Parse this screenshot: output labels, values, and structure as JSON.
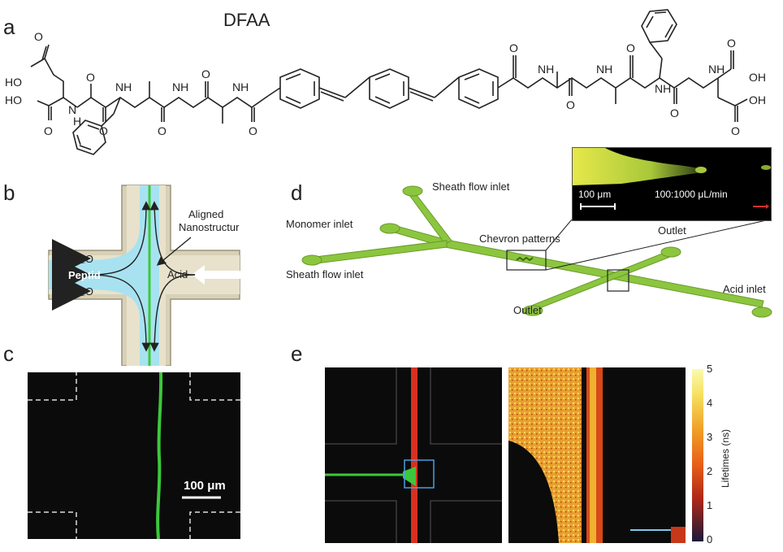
{
  "panels": {
    "a": "a",
    "b": "b",
    "c": "c",
    "d": "d",
    "e": "e"
  },
  "molecule": {
    "name": "DFAA",
    "atoms": {
      "ho1": "HO",
      "ho2": "HO",
      "oh1": "OH",
      "oh2": "OH",
      "o": "O",
      "nh": "NH",
      "n": "N",
      "h": "H"
    }
  },
  "panel_b": {
    "ddh2o_top": "ddH₂O",
    "peptid": "Peptid",
    "ddh2o_bottom": "ddH₂O",
    "acid": "Acid",
    "aligned_1": "Aligned",
    "aligned_2": "Nanostructur"
  },
  "panel_c": {
    "scale_bar": "100 μm"
  },
  "panel_d": {
    "sheath_top": "Sheath flow inlet",
    "monomer": "Monomer inlet",
    "sheath_bottom": "Sheath flow inlet",
    "chevron": "Chevron patterns",
    "outlet_top": "Outlet",
    "outlet_bottom": "Outlet",
    "acid_inlet": "Acid inlet",
    "inset_scale": "100 μm",
    "inset_ratio": "100:1000 μL/min"
  },
  "panel_e": {
    "colorbar_label": "Lifetimes (ns)",
    "colorbar_ticks": [
      "5",
      "4",
      "3",
      "2",
      "1",
      "0"
    ]
  },
  "colors": {
    "channel_green": "#8cc63f",
    "fiber_green": "#3cc83c",
    "sheath_blue": "#a8e2f0",
    "chip_tan": "#d8d0b8"
  }
}
